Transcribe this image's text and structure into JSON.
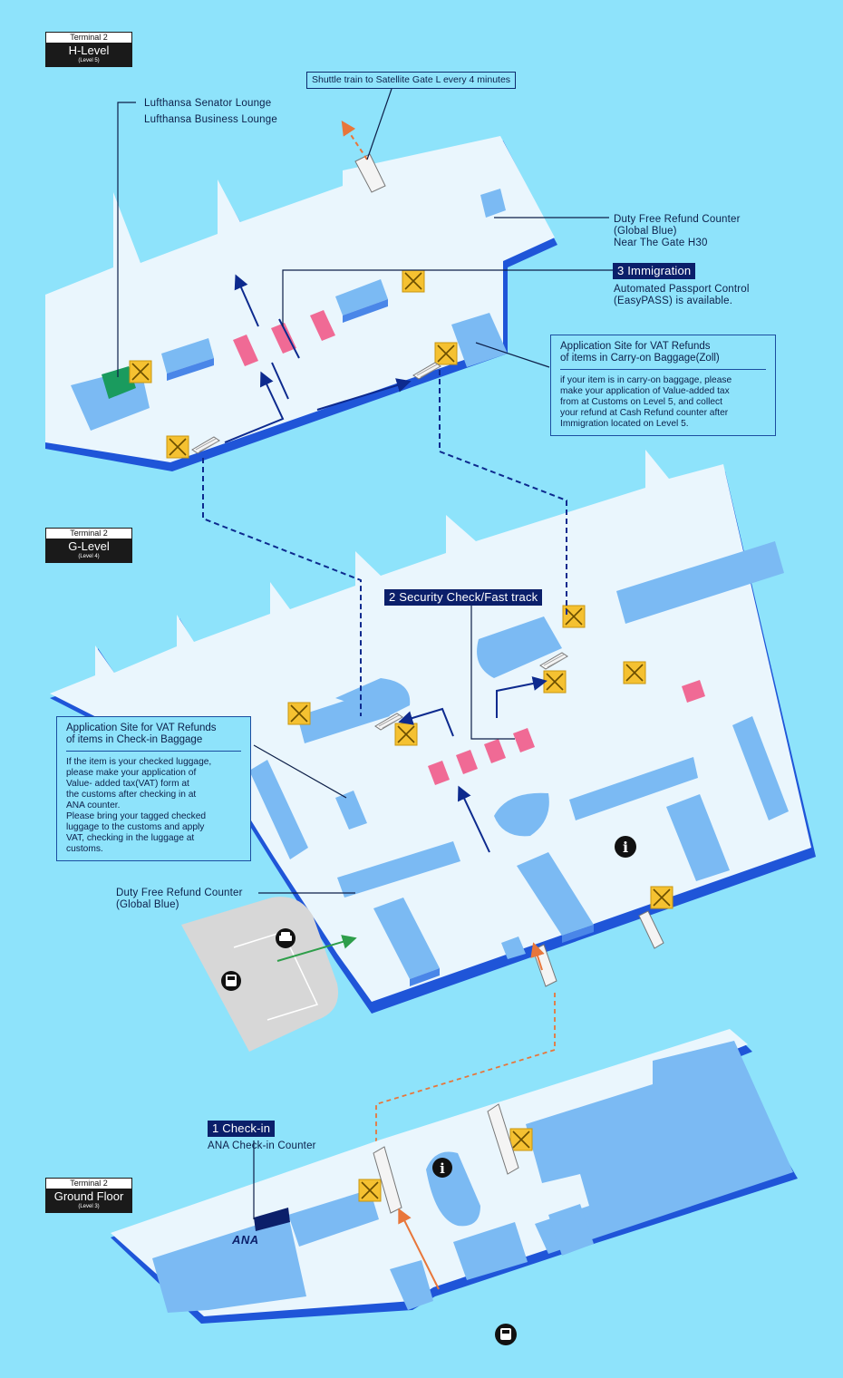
{
  "levels": {
    "h": {
      "terminal": "Terminal 2",
      "name": "H-Level",
      "sub": "(Level 5)"
    },
    "g": {
      "terminal": "Terminal 2",
      "name": "G-Level",
      "sub": "(Level 4)"
    },
    "ground": {
      "terminal": "Terminal 2",
      "name": "Ground Floor",
      "sub": "(Level 3)"
    }
  },
  "labels": {
    "shuttle": "Shuttle train to Satellite Gate L every 4 minutes",
    "lounge_senator": "Lufthansa Senator Lounge",
    "lounge_business": "Lufthansa Business Lounge",
    "dutyfree_h_1": "Duty Free Refund Counter",
    "dutyfree_h_2": "(Global Blue)",
    "dutyfree_h_3": "Near The Gate H30",
    "immigration_step": "3 Immigration",
    "immigration_note_1": "Automated Passport Control",
    "immigration_note_2": "(EasyPASS) is available.",
    "security_step": "2 Security Check/Fast track",
    "dutyfree_g_1": "Duty Free Refund Counter",
    "dutyfree_g_2": "(Global Blue)",
    "checkin_step": "1 Check-in",
    "checkin_note": "ANA Check-in Counter",
    "ana_logo": "ANA"
  },
  "vat_carryon": {
    "title_1": "Application Site for VAT Refunds",
    "title_2": "of items in Carry-on Baggage(Zoll)",
    "body": [
      "if your item is in carry-on baggage, please",
      "make your application of Value-added tax",
      "from at Customs on Level 5, and collect",
      "your refund at Cash Refund counter after",
      "Immigration located on Level 5."
    ]
  },
  "vat_checkin": {
    "title_1": "Application Site for VAT Refunds",
    "title_2": "of items in Check-in Baggage",
    "body": [
      "If the item is your checked luggage,",
      "please make your application of",
      "Value- added tax(VAT) form at",
      "the  customs after checking in at",
      "ANA counter.",
      "Please bring your tagged checked",
      "luggage to the customs and apply",
      "VAT, checking in the luggage at",
      "customs."
    ]
  },
  "colors": {
    "background": "#8ee3fb",
    "floor": "#eaf6fd",
    "wall": "#1f55d8",
    "block": "#7bbaf3",
    "block_side": "#4a86e8",
    "checkpoint": "#f06a95",
    "elevator": "#f5c131",
    "lounge": "#1a9b5e",
    "route": "#0d2a8e",
    "transfer": "#e8763a",
    "taxi_route": "#2e9e4a"
  },
  "icons": [
    "info-icon",
    "taxi-icon",
    "bus-icon",
    "elevator-icon",
    "escalator-icon"
  ]
}
